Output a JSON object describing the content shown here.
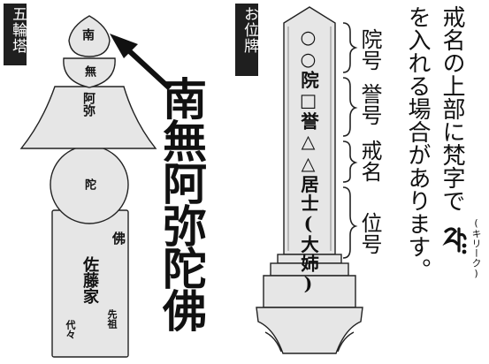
{
  "gorinto": {
    "tag": "五輪塔",
    "ring_chars": [
      "南",
      "無",
      "阿弥",
      "陀"
    ],
    "base_right": "佛",
    "base_family": "佐藤家",
    "base_ancestors": "先祖",
    "base_generations": "代々",
    "callout": "南無阿弥陀佛"
  },
  "ihai": {
    "tag": "お位牌",
    "tablet_text": "○○院□誉△△居士(大姉)",
    "brackets": [
      {
        "label": "院号"
      },
      {
        "label": "誉号"
      },
      {
        "label": "戒名"
      },
      {
        "label": "位号"
      }
    ]
  },
  "note": {
    "line1": "戒名の上部に梵字で",
    "line2": "を入れる場合があります。",
    "bonji_reading": "(キリーク)",
    "bonji_icon": "kiriku-sanskrit-glyph-icon"
  },
  "colors": {
    "ink": "#111111",
    "stone_fill": "#e6e6e6",
    "tag_bg": "#1f1f1f"
  }
}
